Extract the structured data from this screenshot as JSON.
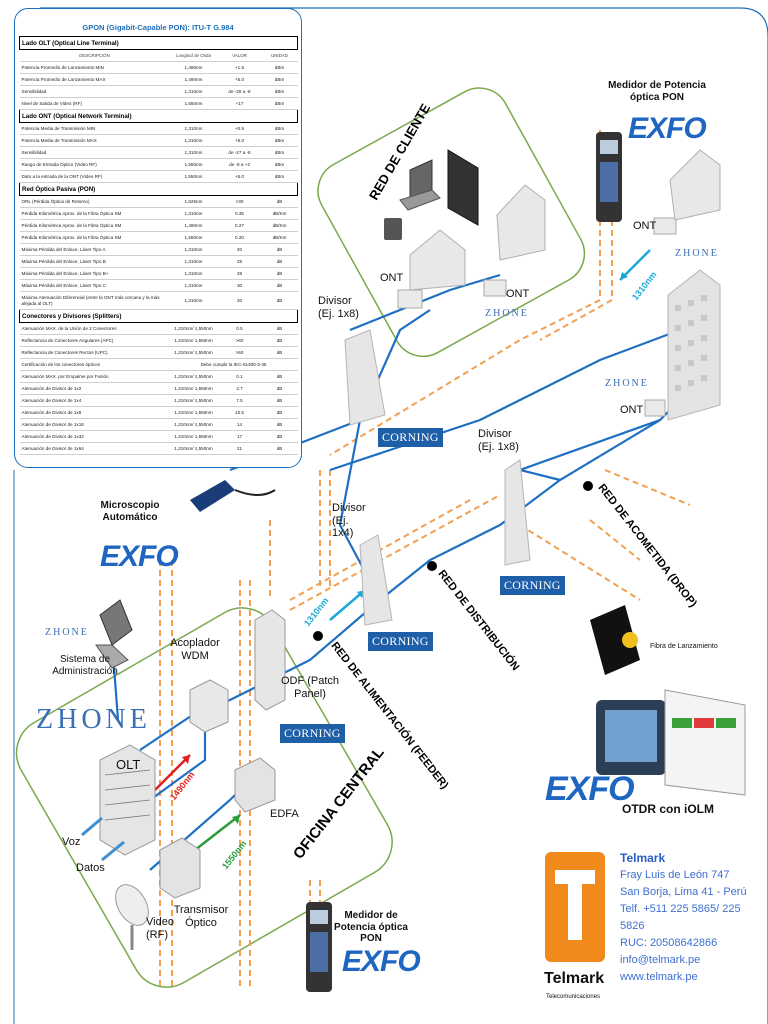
{
  "spec_table": {
    "title": "GPON (Gigabit-Capable PON): ITU-T G.984",
    "columns": [
      "DESCRIPCIÓN",
      "Longitud de Onda",
      "VALOR",
      "UNIDAD"
    ],
    "sections": [
      {
        "name": "Lado OLT (Optical Line Terminal)",
        "rows": [
          [
            "Potencia Promedio de Lanzamiento MIN",
            "1,490nm",
            "+1.5",
            "dBm"
          ],
          [
            "Potencia Promedio de Lanzamiento MAX",
            "1,490nm",
            "+5.0",
            "dBm"
          ],
          [
            "Sensibilidad",
            "1,310nm",
            "de -28 a -8",
            "dBm"
          ],
          [
            "Nivel de Salida de Video (RF)",
            "1,550nm",
            "+17",
            "dBm"
          ]
        ]
      },
      {
        "name": "Lado ONT (Optical Network Terminal)",
        "rows": [
          [
            "Potencia Media de Transmisión MIN",
            "1,310nm",
            "+0.5",
            "dBm"
          ],
          [
            "Potencia Media de Transmisión MAX",
            "1,310nm",
            "+5.0",
            "dBm"
          ],
          [
            "Sensibilidad",
            "1,310nm",
            "de -27 a -8",
            "dBm"
          ],
          [
            "Rango de Entrada Óptico (Video RF)",
            "1,550nm",
            "de -8 a +2",
            "dBm"
          ],
          [
            "Dato a la entrada de la ONT (Video RF)",
            "1,550nm",
            "+5.0",
            "dBm"
          ]
        ]
      },
      {
        "name": "Red Óptica Pasiva (PON)",
        "rows": [
          [
            "ORL (Pérdida Óptica de Retorno)",
            "1,625nm",
            ">30",
            "dB"
          ],
          [
            "Pérdida Kilométrica Aprox. de la Fibra Óptica SM",
            "1,310nm",
            "0.35",
            "dB/Km"
          ],
          [
            "Pérdida Kilométrica Aprox. de la Fibra Óptica SM",
            "1,490nm",
            "0.27",
            "dB/Km"
          ],
          [
            "Pérdida Kilométrica Aprox. de la Fibra Óptica SM",
            "1,550nm",
            "0.20",
            "dB/Km"
          ],
          [
            "Máxima Pérdida del Enlace, Láser Tipo A",
            "1,310nm",
            "20",
            "dB"
          ],
          [
            "Máxima Pérdida del Enlace, Láser Tipo B",
            "1,310nm",
            "25",
            "dB"
          ],
          [
            "Máxima Pérdida del Enlace, Láser Tipo B+",
            "1,310nm",
            "28",
            "dB"
          ],
          [
            "Máxima Pérdida del Enlace, Láser Tipo C",
            "1,310nm",
            "30",
            "dB"
          ],
          [
            "Máxima Atenuación Diferencial (entre la ONT más cercana y la más alejada al OLT)",
            "1,310nm",
            "20",
            "dB"
          ]
        ]
      },
      {
        "name": "Conectores y Divisores (Splitters)",
        "rows": [
          [
            "Atenuación MAX. de la Unión de 2 Conectores",
            "1,310nm/ 1,550nm",
            "0.5",
            "dB"
          ],
          [
            "Reflectancia de Conectores Angulares (APC)",
            "1,310nm/ 1,550nm",
            ">60",
            "dB"
          ],
          [
            "Reflectancia de Conectores Rectos (UPC)",
            "1,310nm/ 1,550nm",
            ">50",
            "dB"
          ],
          [
            "Certificación de los conectores ópticos",
            "Debe cumplir la IEC-61300-3-35",
            "",
            ""
          ],
          [
            "Atenuación MAX. por Empalme por Fusión",
            "1,310nm/ 1,550nm",
            "0.1",
            "dB"
          ],
          [
            "Atenuación de Divisor de 1x2",
            "1,310nm/ 1,550nm",
            "3.7",
            "dB"
          ],
          [
            "Atenuación de Divisor de 1x4",
            "1,310nm/ 1,550nm",
            "7.5",
            "dB"
          ],
          [
            "Atenuación de Divisor de 1x8",
            "1,310nm/ 1,550nm",
            "10.5",
            "dB"
          ],
          [
            "Atenuación de Divisor de 1x16",
            "1,310nm/ 1,550nm",
            "14",
            "dB"
          ],
          [
            "Atenuación de Divisor de 1x32",
            "1,310nm/ 1,550nm",
            "17",
            "dB"
          ],
          [
            "Atenuación de Divisor de 1x64",
            "1,310nm/ 1,550nm",
            "21",
            "dB"
          ]
        ]
      }
    ]
  },
  "labels": {
    "red_cliente": "RED DE CLIENTE",
    "medidor_top": "Medidor de Potencia óptica PON",
    "ont": "ONT",
    "divisor_1x8": "Divisor (Ej. 1x8)",
    "divisor_1x4": "Divisor (Ej. 1x4)",
    "corning": "CORNING",
    "microscopio": "Microscopio Automático",
    "sistema_admin": "Sistema de Administración",
    "acoplador": "Acoplador WDM",
    "odf": "ODF (Patch Panel)",
    "olt": "OLT",
    "voz": "Voz",
    "datos": "Datos",
    "video": "Video (RF)",
    "transmisor": "Transmisor Óptico",
    "edfa": "EDFA",
    "oficina_central": "OFICINA CENTRAL",
    "red_alimentacion": "RED DE ALIMENTACIÓN (FEEDER)",
    "red_distribucion": "RED DE DISTRIBUCIÓN",
    "red_acometida": "RED DE ACOMETIDA (DROP)",
    "fibra_lanzamiento": "Fibra de Lanzamiento",
    "otdr": "OTDR con iOLM",
    "medidor_bottom": "Medidor de Potencia óptica PON",
    "wl_1310": "1310nm",
    "wl_1490": "1490nm",
    "wl_1550": "1550nm"
  },
  "brands": {
    "exfo": "EXFO",
    "zhone": "ZHONE",
    "telmark": "Telmark",
    "telmark_sub": "Telecomunicaciones"
  },
  "telmark_contact": {
    "name": "Telmark",
    "address1": "Fray Luis de León 747",
    "address2": "San Borja, Lima 41 - Perú",
    "phone": "Telf. +511 225 5865/ 225 5826",
    "ruc": "RUC: 20508642866",
    "email": "info@telmark.pe",
    "web": "www.telmark.pe"
  },
  "colors": {
    "fiber_blue": "#1f6fc4",
    "dashed_orange": "#f0a050",
    "frame_green": "#7aa84a",
    "corning_blue": "#1f5fa8",
    "telmark_orange": "#f08a1c",
    "text_blue": "#3f6fd0",
    "wl_1310": "#1aa7d6",
    "wl_1490": "#e02020",
    "wl_1550": "#2a9d3a"
  }
}
